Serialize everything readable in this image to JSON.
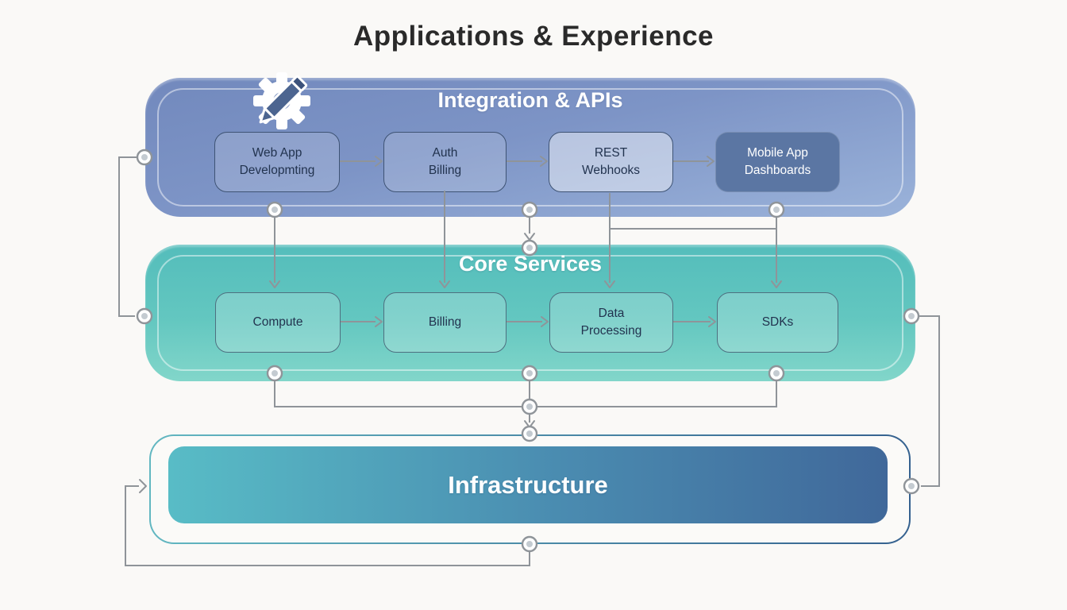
{
  "page": {
    "title": "Applications & Experience"
  },
  "layers": {
    "integration": {
      "title": "Integration & APIs",
      "icon": "gear-pencil-icon",
      "boxes": [
        {
          "line1": "Web App",
          "line2": "Developmting"
        },
        {
          "line1": "Auth",
          "line2": "Billing"
        },
        {
          "line1": "REST",
          "line2": "Webhooks"
        },
        {
          "line1": "Mobile App",
          "line2": "Dashboards"
        }
      ]
    },
    "core": {
      "title": "Core Services",
      "boxes": [
        {
          "line1": "Compute",
          "line2": ""
        },
        {
          "line1": "Billing",
          "line2": ""
        },
        {
          "line1": "Data",
          "line2": "Processing"
        },
        {
          "line1": "SDKs",
          "line2": ""
        }
      ]
    },
    "infrastructure": {
      "title": "Infrastructure"
    }
  },
  "colors": {
    "background": "#faf9f7",
    "title_text": "#2a2a2a",
    "connector": "#8f9499",
    "port_fill": "#ffffff",
    "port_dot": "#93a0ab",
    "band1_top": "#7289bd",
    "band1_bottom": "#9bb3da",
    "band2_top": "#54bdbb",
    "band2_bottom": "#82d6ca",
    "infra_left": "#58bcc6",
    "infra_right": "#40689a",
    "node_border_blue": "#3e5374",
    "node_border_teal": "#4e7080",
    "node_text": "#22334f",
    "dark_node_bg": "#5b76a3",
    "band_title_text": "#ffffff",
    "pencil_fill": "#4c6590"
  }
}
